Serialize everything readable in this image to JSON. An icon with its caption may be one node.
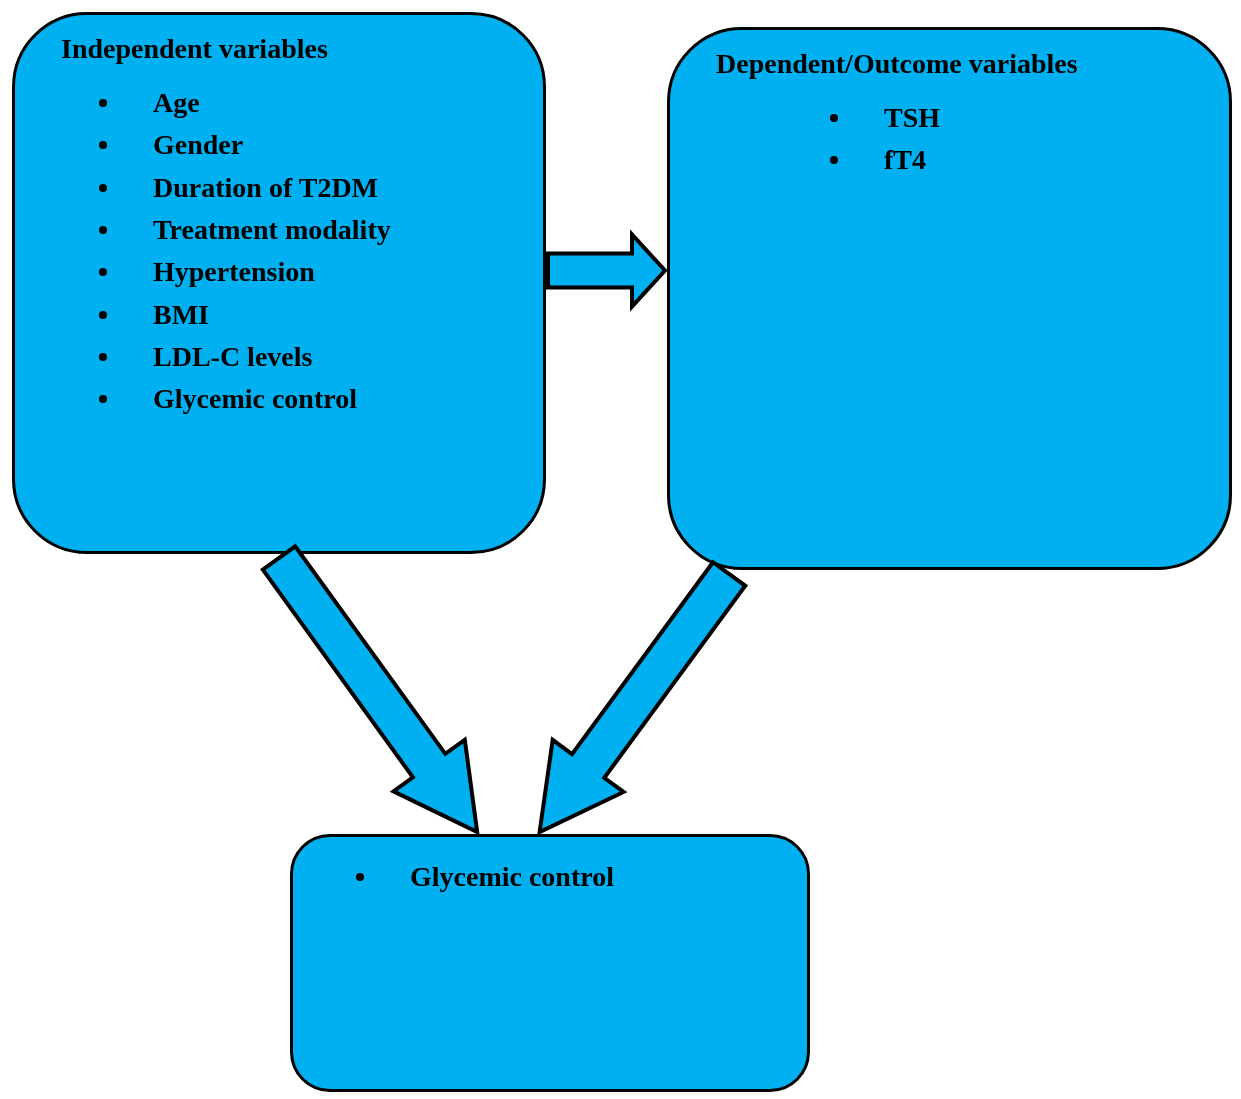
{
  "diagram": {
    "nodes": [
      {
        "text": [
          "Independent variables",
          "Age",
          "Gender",
          "Duration of T2DM",
          "Treatment modality",
          "Hypertension",
          "BMI",
          "LDL-C levels",
          "Glycemic control"
        ]
      },
      {
        "text": [
          "Dependent/Outcome variables",
          "TSH",
          "fT4"
        ]
      },
      {
        "text": [
          "Glycemic control"
        ]
      }
    ],
    "edges": [
      {
        "from": 0,
        "to": 1,
        "arrow": "to",
        "style": "thick"
      },
      {
        "from": 0,
        "to": 2,
        "arrow": "to",
        "style": "thick"
      },
      {
        "from": 1,
        "to": 2,
        "arrow": "to",
        "style": "thick"
      }
    ]
  }
}
